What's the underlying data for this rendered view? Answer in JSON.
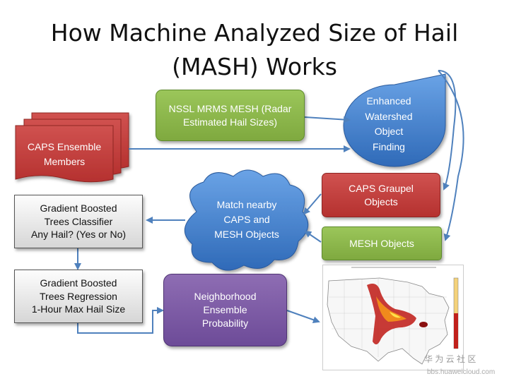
{
  "title": {
    "line1": "How Machine Analyzed Size of Hail",
    "line2": "(MASH) Works"
  },
  "nodes": {
    "nssl": {
      "line1": "NSSL MRMS MESH (Radar",
      "line2": "Estimated Hail Sizes)"
    },
    "watershed": {
      "line1": "Enhanced",
      "line2": "Watershed",
      "line3": "Object",
      "line4": "Finding"
    },
    "caps_members": {
      "line1": "CAPS Ensemble",
      "line2": "Members"
    },
    "caps_graupel": {
      "line1": "CAPS Graupel",
      "line2": "Objects"
    },
    "mesh_objects": {
      "label": "MESH Objects"
    },
    "match": {
      "line1": "Match nearby",
      "line2": "CAPS and",
      "line3": "MESH Objects"
    },
    "classifier": {
      "line1": "Gradient Boosted",
      "line2": "Trees Classifier",
      "line3": "Any Hail? (Yes or No)"
    },
    "regression": {
      "line1": "Gradient Boosted",
      "line2": "Trees Regression",
      "line3": "1-Hour Max Hail Size"
    },
    "neighborhood": {
      "line1": "Neighborhood",
      "line2": "Ensemble",
      "line3": "Probability"
    }
  },
  "colors": {
    "green": "#8cb84a",
    "red": "#c0403e",
    "blue": "#4a86d0",
    "purple": "#7b58a5",
    "arrow": "#4f81bd"
  },
  "watermark": {
    "brand": "华 为 云 社 区",
    "url": "bbs.huaweicloud.com"
  }
}
